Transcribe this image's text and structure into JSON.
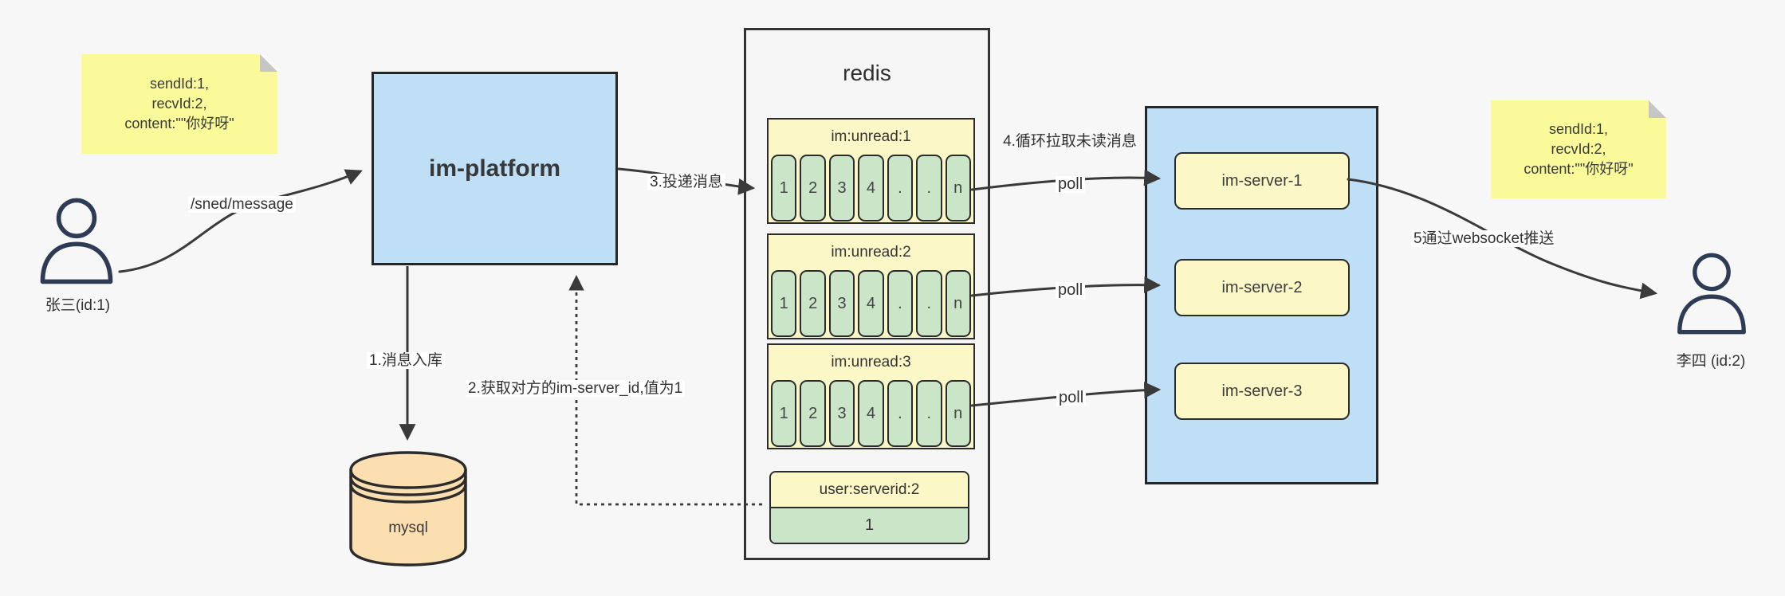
{
  "sender": {
    "name": "张三(id:1)"
  },
  "receiver": {
    "name": "李四 (id:2)"
  },
  "note_left": {
    "line1": "sendId:1,",
    "line2": "recvId:2,",
    "line3": "content:\"\"你好呀\""
  },
  "note_right": {
    "line1": "sendId:1,",
    "line2": "recvId:2,",
    "line3": "content:\"\"你好呀\""
  },
  "platform": {
    "label": "im-platform"
  },
  "database": {
    "label": "mysql"
  },
  "redis": {
    "title": "redis",
    "queues": [
      {
        "label": "im:unread:1",
        "cells": [
          "1",
          "2",
          "3",
          "4",
          ".",
          ".",
          "n"
        ]
      },
      {
        "label": "im:unread:2",
        "cells": [
          "1",
          "2",
          "3",
          "4",
          ".",
          ".",
          "n"
        ]
      },
      {
        "label": "im:unread:3",
        "cells": [
          "1",
          "2",
          "3",
          "4",
          ".",
          ".",
          "n"
        ]
      }
    ],
    "mapping": {
      "label": "user:serverid:2",
      "value": "1"
    }
  },
  "servers": [
    {
      "label": "im-server-1"
    },
    {
      "label": "im-server-2"
    },
    {
      "label": "im-server-3"
    }
  ],
  "labels": {
    "send_api": "/sned/message",
    "step1": "1.消息入库",
    "step2": "2.获取对方的im-server_id,值为1",
    "step3": "3.投递消息",
    "step4": "4.循环拉取未读消息",
    "step5": "5通过websocket推送",
    "poll": "poll"
  },
  "colors": {
    "background": "#f7f7f7",
    "node_blue": "#bedff6",
    "note_yellow": "#fafa9b",
    "queue_yellow": "#fbf7c7",
    "cell_green": "#cbe5c8",
    "db_orange": "#fbdfb1",
    "line_dark": "#3a3a3a",
    "person_navy": "#2e3b54"
  }
}
